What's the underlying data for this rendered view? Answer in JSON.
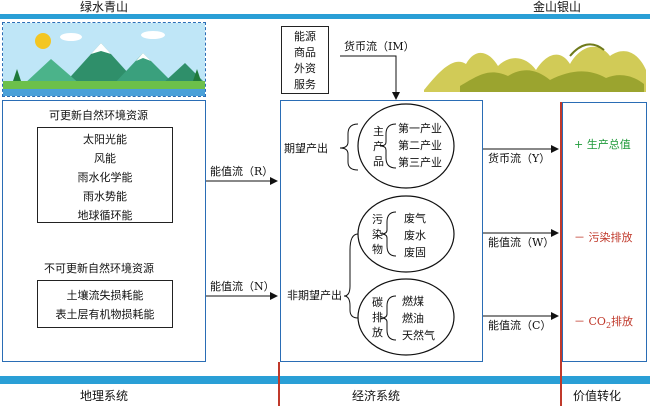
{
  "headers": {
    "top_left": "绿水青山",
    "top_right": "金山银山",
    "bottom_geo": "地理系统",
    "bottom_econ": "经济系统",
    "bottom_value": "价值转化"
  },
  "renewable": {
    "title": "可更新自然环境资源",
    "items": [
      "太阳光能",
      "风能",
      "雨水化学能",
      "雨水势能",
      "地球循环能"
    ]
  },
  "nonrenewable": {
    "title": "不可更新自然环境资源",
    "items": [
      "土壤流失损耗能",
      "表土层有机物损耗能"
    ]
  },
  "inputs_box": {
    "lines": [
      "能源",
      "商品",
      "外资",
      "服务"
    ]
  },
  "flows": {
    "money_in": "货币流（IM）",
    "energy_r": "能值流（R）",
    "energy_n": "能值流（N）",
    "money_y": "货币流（Y）",
    "energy_w": "能值流（W）",
    "energy_c": "能值流（C）"
  },
  "expected_output": {
    "label": "期望产出",
    "group_label": [
      "主",
      "产",
      "品"
    ],
    "items": [
      "第一产业",
      "第二产业",
      "第三产业"
    ]
  },
  "unexpected_output": {
    "label": "非期望产出",
    "pollution_label": [
      "污",
      "染",
      "物"
    ],
    "pollution_items": [
      "废气",
      "废水",
      "废固"
    ],
    "carbon_label": [
      "碳",
      "排",
      "放"
    ],
    "carbon_items": [
      "燃煤",
      "燃油",
      "天然气"
    ]
  },
  "value": {
    "gdp": "+ 生产总值",
    "pollution": "－ 污染排放",
    "co2_prefix": "－ CO",
    "co2_sub": "2",
    "co2_suffix": "排放"
  },
  "colors": {
    "blue_bar": "#2a9fd6",
    "box_border": "#2a6db5",
    "divider_red": "#c0392b",
    "positive_green": "#1f9a3a"
  }
}
